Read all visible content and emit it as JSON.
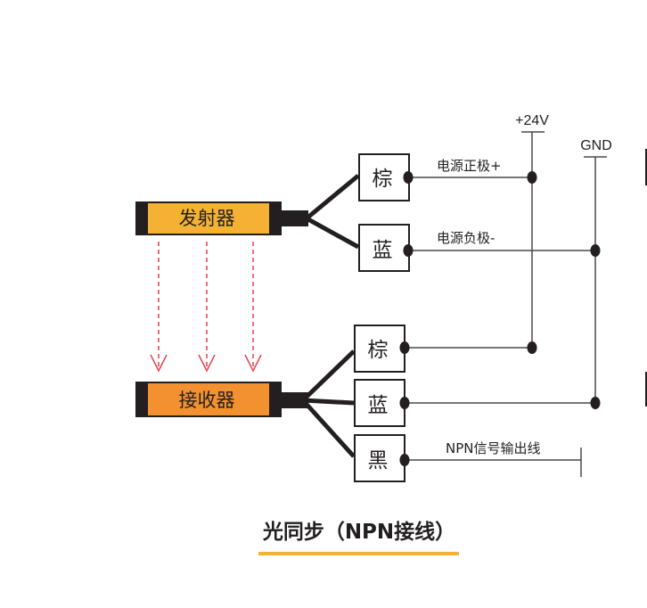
{
  "title": "光同步（NPN接线）",
  "colors": {
    "emitter_fill": "#f4b133",
    "receiver_fill": "#f3902f",
    "body_dark": "#231f20",
    "beam": "#e8414a",
    "line": "#4a4a4a",
    "title_underline": "#f4b133"
  },
  "emitter": {
    "label": "发射器",
    "wires": [
      {
        "color_label": "棕",
        "annotation": "电源正极+"
      },
      {
        "color_label": "蓝",
        "annotation": "电源负极-"
      }
    ]
  },
  "receiver": {
    "label": "接收器",
    "wires": [
      {
        "color_label": "棕",
        "annotation": ""
      },
      {
        "color_label": "蓝",
        "annotation": ""
      },
      {
        "color_label": "黑",
        "annotation": "NPN信号输出线"
      }
    ]
  },
  "rails": {
    "positive": "+24V",
    "ground": "GND"
  },
  "beams": 3
}
